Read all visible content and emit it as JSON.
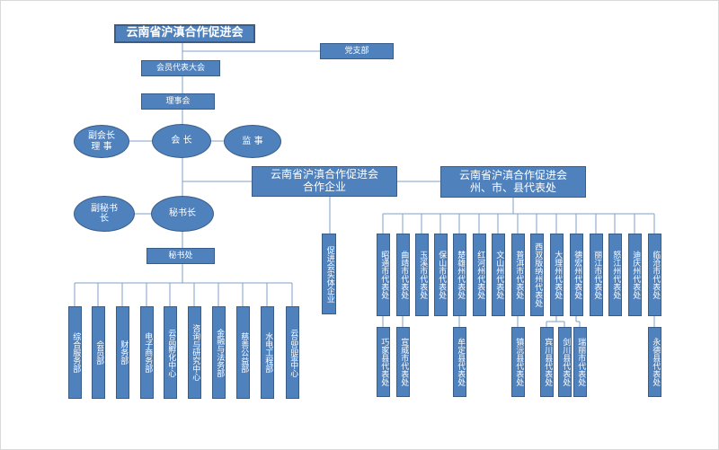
{
  "org": {
    "title": "云南省沪滇合作促进会",
    "party_branch": "党支部",
    "members_congress": "会员代表大会",
    "council": "理事会",
    "vice_president": "副会长\n理  事",
    "president": "会  长",
    "supervisor": "监  事",
    "deputy_secretary": "副秘书\n长",
    "secretary_general": "秘书长",
    "secretariat": "秘书处",
    "enterprises": "云南省沪滇合作促进会\n合作企业",
    "offices": "云南省沪滇合作促进会\n州、市、县代表处",
    "entity_enterprise": "促进会实体企业",
    "departments": [
      "综合服务部",
      "会员部",
      "财务部",
      "电子商务部",
      "云品孵化中心",
      "咨询与研究中心",
      "金融与法务部",
      "慈善公益部",
      "水电工程部",
      "云品品鉴中心"
    ],
    "city_offices": [
      "昭通市代表处",
      "曲靖市代表处",
      "玉溪市代表处",
      "保山市代表处",
      "楚雄州代表处",
      "红河州代表处",
      "文山州代表处",
      "普洱市代表处",
      "西双版纳州代表处",
      "大理州代表处",
      "德宏州代表处",
      "丽江市代表处",
      "怒江州代表处",
      "迪庆州代表处",
      "临沧市代表处"
    ],
    "county_offices": [
      "巧家县代表处",
      "宣威市代表处",
      "牟定县代表处",
      "镇沅县代表处",
      "宾川县代表处",
      "剑川县代表处",
      "瑞丽市代表处",
      "永德县代表处"
    ]
  },
  "colors": {
    "box_fill": "#4f81bd",
    "box_border": "#385d8a",
    "line": "#7f9fc9"
  }
}
